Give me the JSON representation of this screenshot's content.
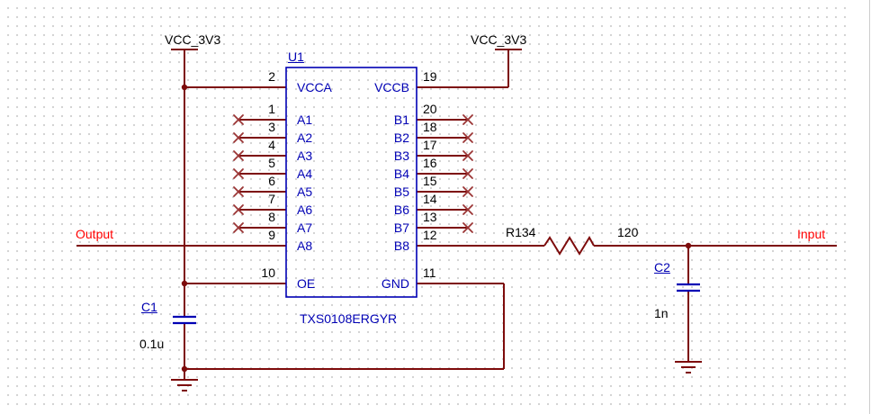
{
  "colors": {
    "wire": "#7d0b0b",
    "symbol": "#0000b4",
    "net_label": "#ff0000",
    "noerc": "#9b3535",
    "pin_text": "#0000b4",
    "plain_text": "#000000"
  },
  "power": {
    "left_label": "VCC_3V3",
    "right_label": "VCC_3V3"
  },
  "chip": {
    "designator": "U1",
    "part_number": "TXS0108ERGYR",
    "left_pins": [
      {
        "num": "2",
        "name": "VCCA"
      },
      {
        "num": "1",
        "name": "A1"
      },
      {
        "num": "3",
        "name": "A2"
      },
      {
        "num": "4",
        "name": "A3"
      },
      {
        "num": "5",
        "name": "A4"
      },
      {
        "num": "6",
        "name": "A5"
      },
      {
        "num": "7",
        "name": "A6"
      },
      {
        "num": "8",
        "name": "A7"
      },
      {
        "num": "9",
        "name": "A8"
      },
      {
        "num": "10",
        "name": "OE"
      }
    ],
    "right_pins": [
      {
        "num": "19",
        "name": "VCCB"
      },
      {
        "num": "20",
        "name": "B1"
      },
      {
        "num": "18",
        "name": "B2"
      },
      {
        "num": "17",
        "name": "B3"
      },
      {
        "num": "16",
        "name": "B4"
      },
      {
        "num": "15",
        "name": "B5"
      },
      {
        "num": "14",
        "name": "B6"
      },
      {
        "num": "13",
        "name": "B7"
      },
      {
        "num": "12",
        "name": "B8"
      },
      {
        "num": "11",
        "name": "GND"
      }
    ]
  },
  "capacitors": {
    "c1": {
      "designator": "C1",
      "value": "0.1u"
    },
    "c2": {
      "designator": "C2",
      "value": "1n"
    }
  },
  "resistor": {
    "designator": "R134",
    "value": "120"
  },
  "nets": {
    "output": "Output",
    "input": "Input"
  }
}
